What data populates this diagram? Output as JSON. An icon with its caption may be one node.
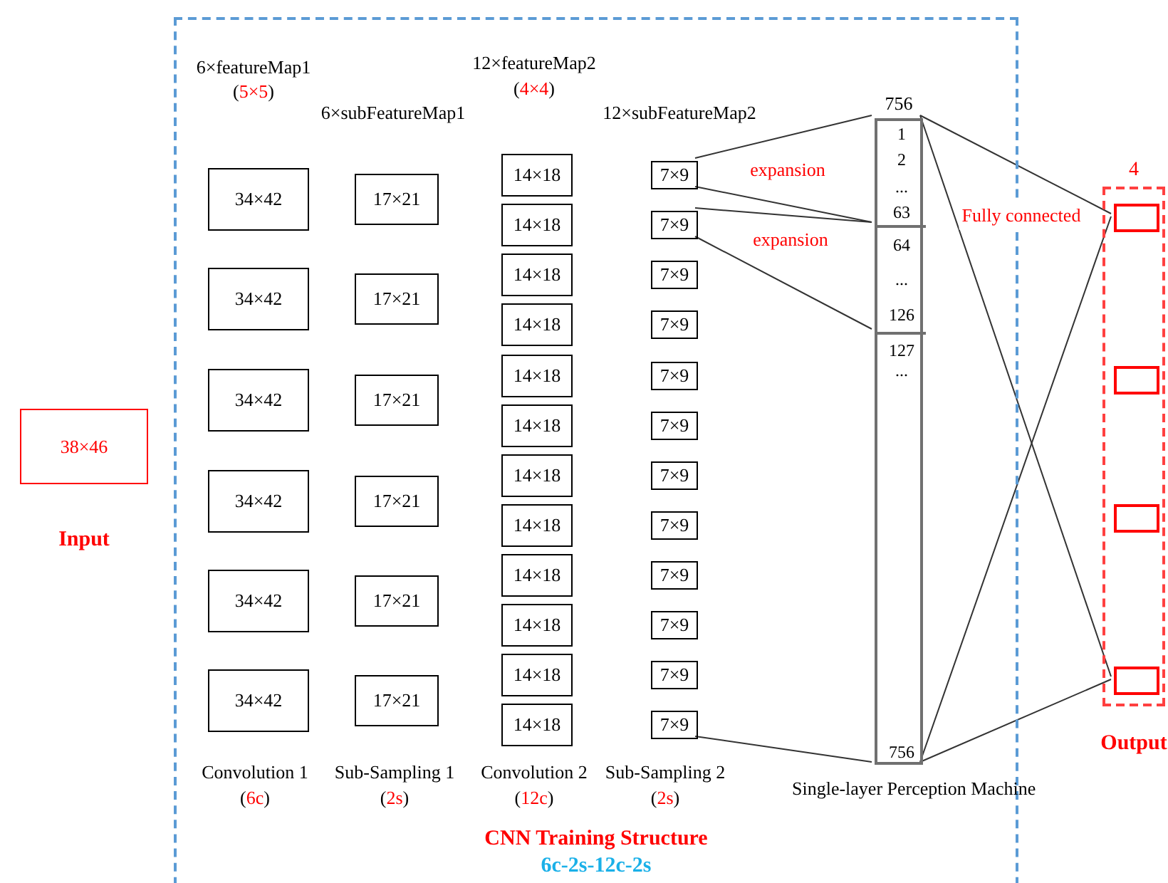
{
  "diagram": {
    "nodes": [
      {
        "text": [
          "CNN Training Structure",
          "6c-2s-12c-2s"
        ]
      },
      {
        "text": [
          "38×46"
        ],
        "beside": [
          "Input"
        ]
      },
      {
        "text": [
          "34×42"
        ],
        "in": 0
      },
      {
        "text": [
          "34×42"
        ],
        "in": 0
      },
      {
        "text": [
          "34×42"
        ],
        "in": 0
      },
      {
        "text": [
          "34×42"
        ],
        "in": 0
      },
      {
        "text": [
          "34×42"
        ],
        "in": 0
      },
      {
        "text": [
          "34×42"
        ],
        "in": 0
      },
      {
        "text": [
          "17×21"
        ],
        "in": 0
      },
      {
        "text": [
          "17×21"
        ],
        "in": 0
      },
      {
        "text": [
          "17×21"
        ],
        "in": 0
      },
      {
        "text": [
          "17×21"
        ],
        "in": 0
      },
      {
        "text": [
          "17×21"
        ],
        "in": 0
      },
      {
        "text": [
          "17×21"
        ],
        "in": 0
      },
      {
        "text": [
          "14×18"
        ],
        "in": 0
      },
      {
        "text": [
          "14×18"
        ],
        "in": 0
      },
      {
        "text": [
          "14×18"
        ],
        "in": 0
      },
      {
        "text": [
          "14×18"
        ],
        "in": 0
      },
      {
        "text": [
          "14×18"
        ],
        "in": 0
      },
      {
        "text": [
          "14×18"
        ],
        "in": 0
      },
      {
        "text": [
          "14×18"
        ],
        "in": 0
      },
      {
        "text": [
          "14×18"
        ],
        "in": 0
      },
      {
        "text": [
          "14×18"
        ],
        "in": 0
      },
      {
        "text": [
          "14×18"
        ],
        "in": 0
      },
      {
        "text": [
          "14×18"
        ],
        "in": 0
      },
      {
        "text": [
          "14×18"
        ],
        "in": 0
      },
      {
        "text": [
          "7×9"
        ],
        "in": 0
      },
      {
        "text": [
          "7×9"
        ],
        "in": 0
      },
      {
        "text": [
          "7×9"
        ],
        "in": 0
      },
      {
        "text": [
          "7×9"
        ],
        "in": 0
      },
      {
        "text": [
          "7×9"
        ],
        "in": 0
      },
      {
        "text": [
          "7×9"
        ],
        "in": 0
      },
      {
        "text": [
          "7×9"
        ],
        "in": 0
      },
      {
        "text": [
          "7×9"
        ],
        "in": 0
      },
      {
        "text": [
          "7×9"
        ],
        "in": 0
      },
      {
        "text": [
          "7×9"
        ],
        "in": 0
      },
      {
        "text": [
          "7×9"
        ],
        "in": 0
      },
      {
        "text": [
          "7×9"
        ],
        "in": 0
      },
      {
        "text": [
          "756"
        ],
        "beside": [
          "Single-layer Perception Machine"
        ],
        "in": 0
      },
      {
        "text": [
          "1",
          "2",
          "...",
          "63"
        ],
        "in": 38
      },
      {
        "text": [
          "64",
          "...",
          "126"
        ],
        "in": 38
      },
      {
        "text": [
          "127",
          "...",
          "756"
        ],
        "in": 38
      },
      {
        "text": [
          "4"
        ],
        "beside": [
          "Output"
        ]
      },
      {
        "text": [],
        "shape": "box",
        "in": 42
      },
      {
        "text": [],
        "shape": "box",
        "in": 42
      },
      {
        "text": [],
        "shape": "box",
        "in": 42
      },
      {
        "text": [],
        "shape": "box",
        "in": 42
      }
    ],
    "edges": [
      {
        "from": 26,
        "to": 39,
        "arrow": "none",
        "label": "expansion"
      },
      {
        "from": 27,
        "to": 40,
        "arrow": "none",
        "label": "expansion"
      },
      {
        "from": 37,
        "to": 41,
        "arrow": "none"
      },
      {
        "from": 39,
        "to": 43,
        "arrow": "none",
        "label": "Fully connected"
      },
      {
        "from": 39,
        "to": 46,
        "arrow": "none"
      },
      {
        "from": 41,
        "to": 43,
        "arrow": "none"
      },
      {
        "from": 41,
        "to": 46,
        "arrow": "none"
      }
    ],
    "labels": [
      "6×featureMap1",
      "(5×5)",
      "6×subFeatureMap1",
      "12×featureMap2",
      "(4×4)",
      "12×subFeatureMap2",
      "Convolution 1",
      "(6c)",
      "Sub-Sampling 1",
      "(2s)",
      "Convolution 2",
      "(12c)",
      "Sub-Sampling 2",
      "(2s)"
    ]
  }
}
